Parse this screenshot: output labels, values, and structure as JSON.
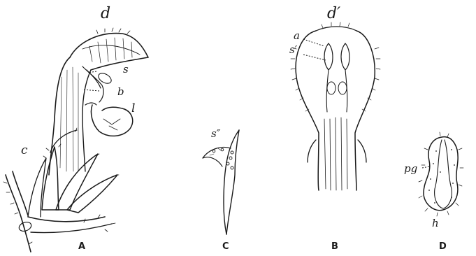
{
  "figures": [
    {
      "id": "A",
      "caption": "A",
      "labels": [
        "d",
        "s",
        "b",
        "l",
        "c"
      ]
    },
    {
      "id": "C",
      "caption": "C",
      "labels": [
        "s″"
      ]
    },
    {
      "id": "B",
      "caption": "B",
      "labels": [
        "d′",
        "a",
        "s′"
      ]
    },
    {
      "id": "D",
      "caption": "D",
      "labels": [
        "pg",
        "h"
      ]
    }
  ]
}
